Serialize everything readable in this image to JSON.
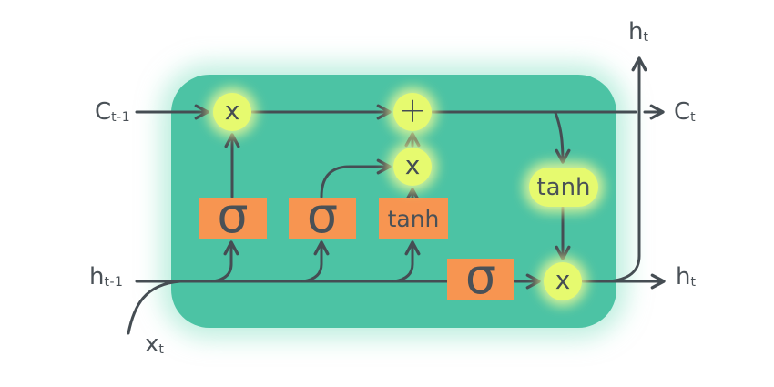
{
  "diagram_type": "LSTM cell",
  "colors": {
    "cell-background": "#4CC3A4",
    "gate-fill": "#F79551",
    "node-fill": "#E6FA6F",
    "line": "#454D53",
    "text": "#4A5157",
    "background": "#FFFFFF"
  },
  "labels": {
    "cell_state_input": {
      "main": "C",
      "sub": "t-1"
    },
    "hidden_state_input": {
      "main": "h",
      "sub": "t-1"
    },
    "input": {
      "main": "x",
      "sub": "t"
    },
    "cell_state_output": {
      "main": "C",
      "sub": "t"
    },
    "hidden_state_output_right": {
      "main": "h",
      "sub": "t"
    },
    "hidden_state_output_top": {
      "main": "h",
      "sub": "t"
    }
  },
  "gates": {
    "forget_gate": "σ",
    "input_gate": "σ",
    "candidate_activation": "tanh",
    "output_gate": "σ"
  },
  "operations": {
    "multiply": "x",
    "add": "+"
  },
  "activation": {
    "tanh": "tanh"
  }
}
